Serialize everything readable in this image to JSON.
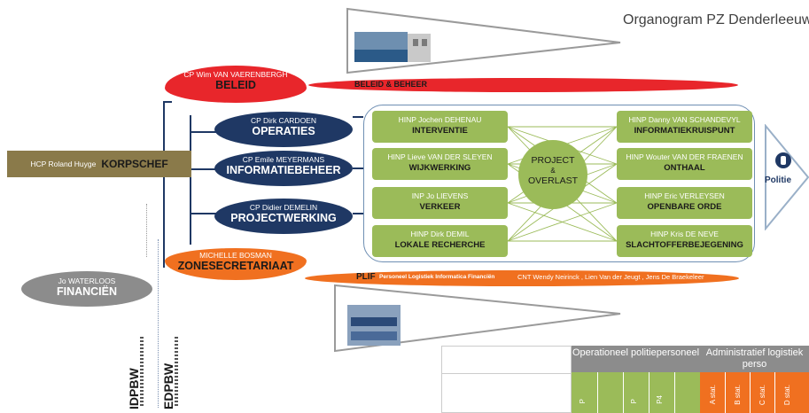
{
  "title": "Organogram PZ Denderleeuw",
  "korpschef": {
    "sub": "HCP Roland Huyge",
    "main": "KORPSCHEF"
  },
  "beleid": {
    "sub": "CP Wim VAN VAERENBERGH",
    "main": "BELEID"
  },
  "beleid_beheer": "BELEID & BEHEER",
  "operaties": {
    "sub": "CP Dirk CARDOEN",
    "main": "OPERATIES"
  },
  "informatiebeheer": {
    "sub": "CP Emile MEYERMANS",
    "main": "INFORMATIEBEHEER"
  },
  "projectwerking": {
    "sub": "CP Didier DEMELIN",
    "main": "PROJECTWERKING"
  },
  "zonesecretariaat": {
    "sub": "MICHELLE BOSMAN",
    "main": "ZONESECRETARIAAT"
  },
  "financien": {
    "sub": "Jo WATERLOOS",
    "main": "FINANCIËN"
  },
  "units_left": [
    {
      "sub": "HINP Jochen DEHENAU",
      "main": "INTERVENTIE"
    },
    {
      "sub": "HINP Lieve VAN DER SLEYEN",
      "main": "WIJKWERKING"
    },
    {
      "sub": "INP Jo LIEVENS",
      "main": "VERKEER"
    },
    {
      "sub": "HINP Dirk DEMIL",
      "main": "LOKALE RECHERCHE"
    }
  ],
  "units_right": [
    {
      "sub": "HINP Danny VAN SCHANDEVYL",
      "main": "INFORMATIEKRUISPUNT"
    },
    {
      "sub": "HINP Wouter VAN DER FRAENEN",
      "main": "ONTHAAL"
    },
    {
      "sub": "HINP Eric VERLEYSEN",
      "main": "OPENBARE ORDE"
    },
    {
      "sub": "HINP Kris DE NEVE",
      "main": "SLACHTOFFERBEJEGENING"
    }
  ],
  "project": {
    "line1": "PROJECT",
    "line2": "&",
    "line3": "OVERLAST"
  },
  "plif": {
    "label": "PLIF",
    "desc": "Personeel Logistiek Informatica Financiën",
    "names": "CNT Wendy Neirinck , Lien Van der Jeugt , Jens De Braekeleer"
  },
  "politie": "Politie",
  "idpbw": "IDPBW",
  "edpbw": "EDPBW",
  "table": {
    "col1": "Operationeel politiepersoneel",
    "col2": "Administratief logistiek perso",
    "sub_left": [
      "P",
      "P",
      "P4"
    ],
    "sub_right": [
      "A stat.",
      "B stat.",
      "C stat.",
      "D stat."
    ]
  },
  "colors": {
    "navy": "#1f3864",
    "red": "#e8262b",
    "orange": "#f07020",
    "green": "#9bbb59",
    "olive": "#8a7a4a",
    "grey": "#8c8c8c"
  }
}
